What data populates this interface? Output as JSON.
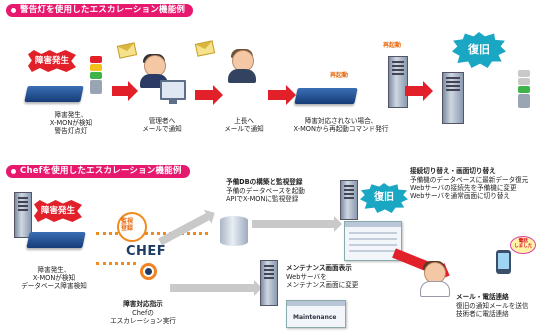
{
  "section1": {
    "title": "警告灯を使用したエスカレーション機能例",
    "fault_badge": "障害発生",
    "caption_fault": "障害発生、\nX-MONが検知\n警告灯点灯",
    "caption_manager": "管理者へ\nメールで通知",
    "caption_boss": "上長へ\nメールで通知",
    "caption_restart": "障害対応されない場合、\nX-MONから再起動コマンド発行",
    "restart_tag_1": "再起動",
    "restart_tag_2": "再起動",
    "recovery_badge": "復旧"
  },
  "section2": {
    "title": "Chefを使用したエスカレーション機能例",
    "fault_badge": "障害発生",
    "caption_fault": "障害発生、\nX-MONが検知\nデータベース障害検知",
    "monitor_tag": "監視\n登録",
    "chef_logo": "CHEF",
    "caption_chef_title": "障害対応指示",
    "caption_chef": "Chefの\nエスカレーション実行",
    "standby_title": "予備DBの構築と監視登録",
    "standby_text": "予備のデータベースを起動\nAPIでX-MONに監視登録",
    "maintenance_title": "メンテナンス画面表示",
    "maintenance_text": "Webサーバを\nメンテナンス画面に変更",
    "maintenance_screen_label": "Maintenance",
    "switch_title": "接続切り替え・画面切り替え",
    "switch_text": "予備機のデータベースに最新データ復元\nWebサーバの接続先を予備機に変更\nWebサーバを通常画面に切り替え",
    "recovery_badge": "復旧",
    "mail_title": "メール・電話連絡",
    "mail_text": "復旧の通知メールを送信\n技術者に電話連絡",
    "phone_tag": "電話\nしました"
  },
  "colors": {
    "pill": "#e6196f",
    "arrow_red": "#e2202a",
    "arrow_gray": "#c9c9c9",
    "dotted_orange": "#f08a1c",
    "recovery": "#1aa7c4",
    "device_blue": "#244f93"
  },
  "icons": [
    "fault-burst-icon",
    "monitoring-device-icon",
    "warning-light-icon",
    "mail-envelope-icon",
    "manager-person-icon",
    "boss-person-icon",
    "server-tower-icon",
    "recovery-burst-icon",
    "database-icon",
    "chef-logo-icon",
    "web-screen-icon",
    "phone-icon"
  ]
}
